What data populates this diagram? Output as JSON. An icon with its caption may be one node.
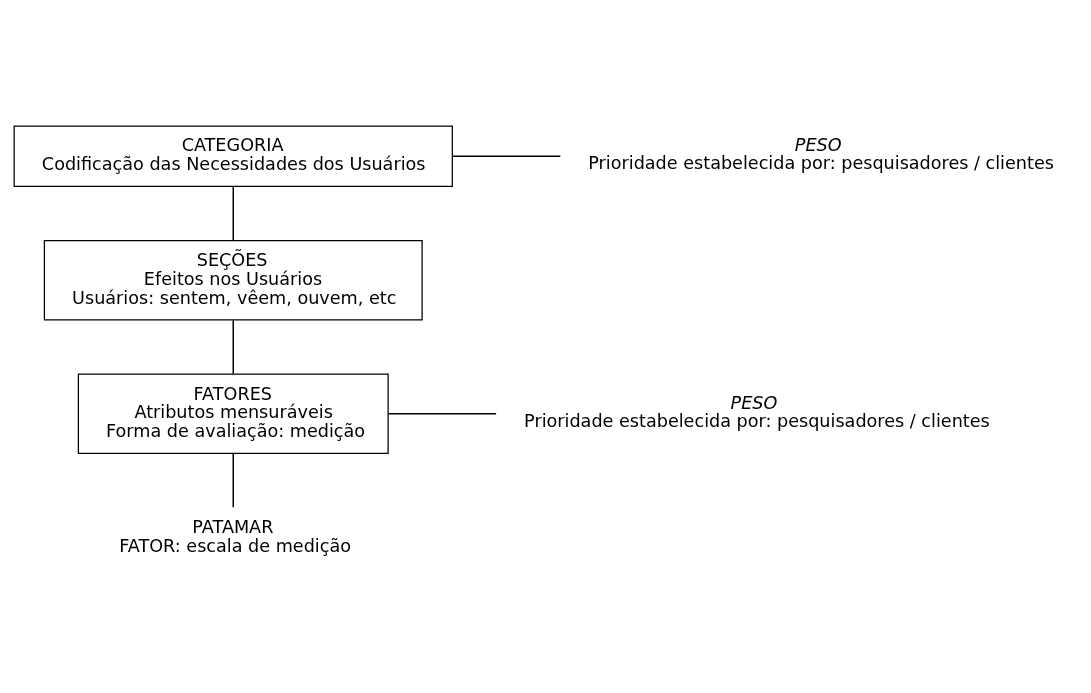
{
  "diagram": {
    "nodes": [
      {
        "text": [
          "CATEGORIA",
          "Codificação das Necessidades dos Usuários"
        ]
      },
      {
        "text": [
          "PESO",
          "Prioridade estabelecida por: pesquisadores / clientes"
        ]
      },
      {
        "text": [
          "SEÇÕES",
          "Efeitos nos Usuários",
          "Usuários: sentem, vêem, ouvem, etc"
        ]
      },
      {
        "text": [
          "FATORES",
          "Atributos mensuráveis",
          "Forma de avaliação: medição"
        ]
      },
      {
        "text": [
          "PESO",
          "Prioridade estabelecida por: pesquisadores / clientes"
        ]
      },
      {
        "text": [
          "PATAMAR",
          "FATOR: escala de medição"
        ]
      }
    ],
    "edges": [
      {
        "from": 0,
        "to": 1,
        "arrow": "none"
      },
      {
        "from": 0,
        "to": 2,
        "arrow": "none"
      },
      {
        "from": 2,
        "to": 3,
        "arrow": "none"
      },
      {
        "from": 3,
        "to": 4,
        "arrow": "none"
      },
      {
        "from": 3,
        "to": 5,
        "arrow": "none"
      }
    ]
  }
}
